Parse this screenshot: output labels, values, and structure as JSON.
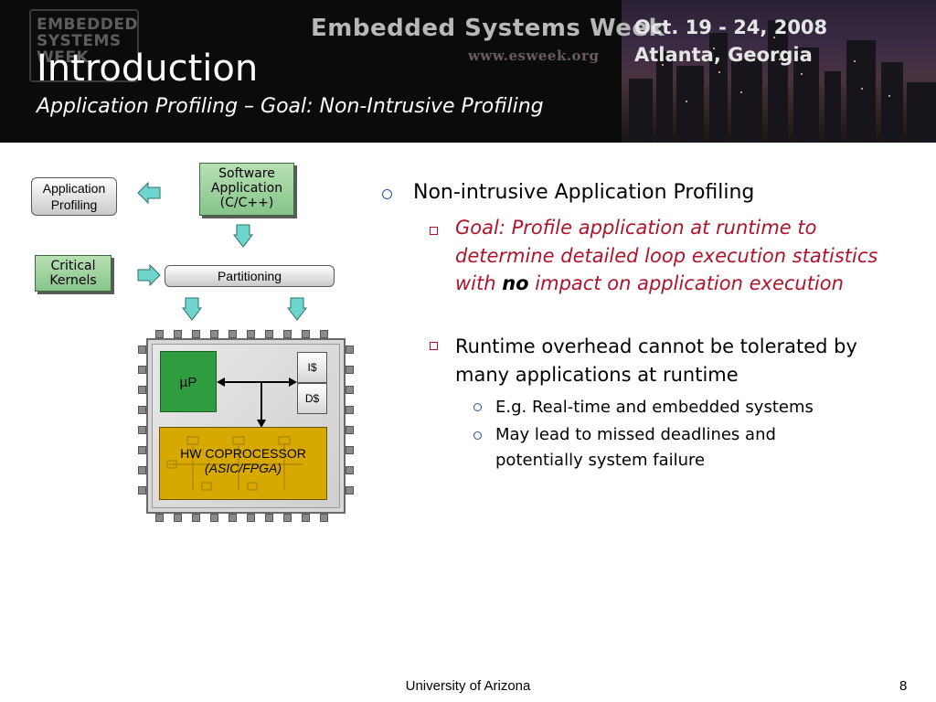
{
  "header": {
    "logo_text": "EMBEDDED SYSTEMS WEEK",
    "event_name": "Embedded Systems Week",
    "event_url": "www.esweek.org",
    "event_dates": "Oct. 19 - 24, 2008",
    "event_location": "Atlanta, Georgia"
  },
  "slide": {
    "title": "Introduction",
    "subtitle": "Application Profiling – Goal: Non-Intrusive Profiling"
  },
  "diagram": {
    "app_profiling": "Application Profiling",
    "software_app_line1": "Software",
    "software_app_line2": "Application",
    "software_app_line3": "(C/C++)",
    "critical_kernels_line1": "Critical",
    "critical_kernels_line2": "Kernels",
    "partitioning": "Partitioning",
    "microprocessor": "µP",
    "icache": "I$",
    "dcache": "D$",
    "hw_line1": "HW COPROCESSOR",
    "hw_line2": "(ASIC/FPGA)"
  },
  "bullets": {
    "l1_text": "Non-intrusive Application Profiling",
    "l2a_pre": "Goal: Profile application at runtime to determine detailed loop execution statistics with ",
    "l2a_bold": "no",
    "l2a_post": " impact on application execution",
    "l2b_text": "Runtime overhead cannot be tolerated by many applications at runtime",
    "l3a_text": "E.g. Real-time and embedded systems",
    "l3b_text": "May lead to missed deadlines and potentially system failure"
  },
  "footer": {
    "org": "University of Arizona",
    "page_number": "8"
  },
  "colors": {
    "header_bg": "#0b0b0c",
    "accent_red": "#b0142a",
    "bullet_blue": "#2d4fa0",
    "kernel_green": "#86c48a",
    "up_green": "#2f9d3f",
    "coprocessor_gold": "#d7a800"
  }
}
